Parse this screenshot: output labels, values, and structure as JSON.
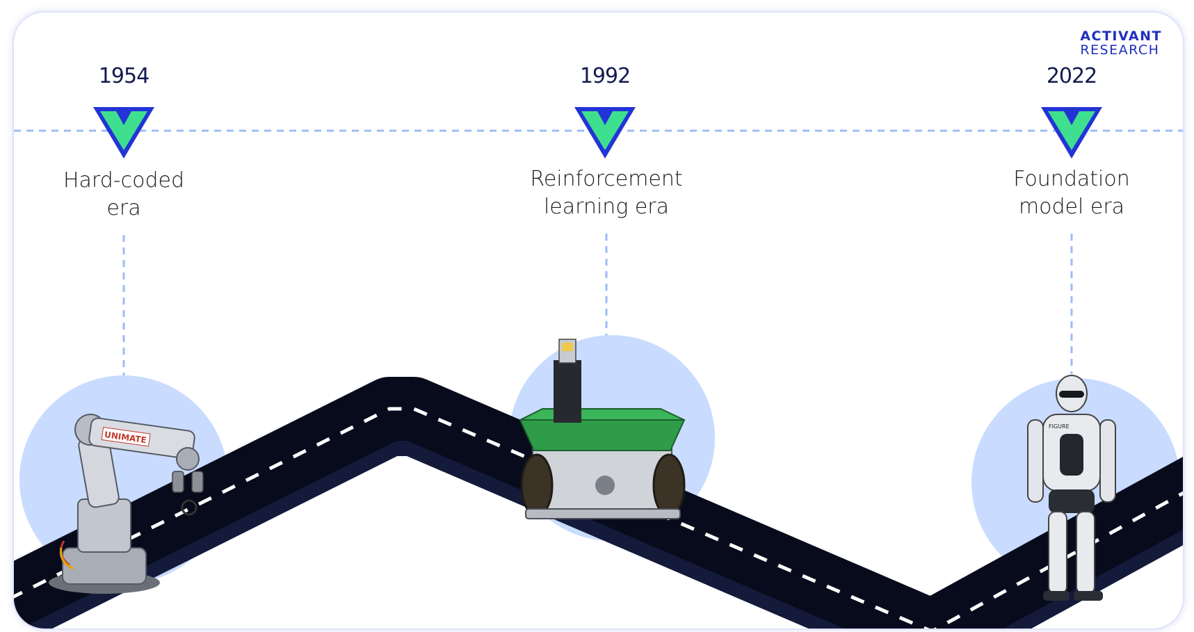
{
  "brand": {
    "line1": "ACTIVANT",
    "line2": "RESEARCH"
  },
  "milestones": [
    {
      "year": "1954",
      "era_line1": "Hard-coded",
      "era_line2": "era",
      "robot": "unimate-robot-arm",
      "label_on_robot": "UNIMATE"
    },
    {
      "year": "1992",
      "era_line1": "Reinforcement",
      "era_line2": "learning era",
      "robot": "wheeled-rover-robot"
    },
    {
      "year": "2022",
      "era_line1": "Foundation",
      "era_line2": "model era",
      "robot": "humanoid-robot",
      "label_on_robot": "FIGURE"
    }
  ],
  "colors": {
    "marker_outline": "#2334d6",
    "marker_fill": "#3ee08f",
    "dashed_line": "#9cbcf5",
    "circle_fill": "#c9dcff",
    "road": "#0b0f24",
    "road_marking": "#ffffff",
    "brand": "#1f2fbf"
  }
}
